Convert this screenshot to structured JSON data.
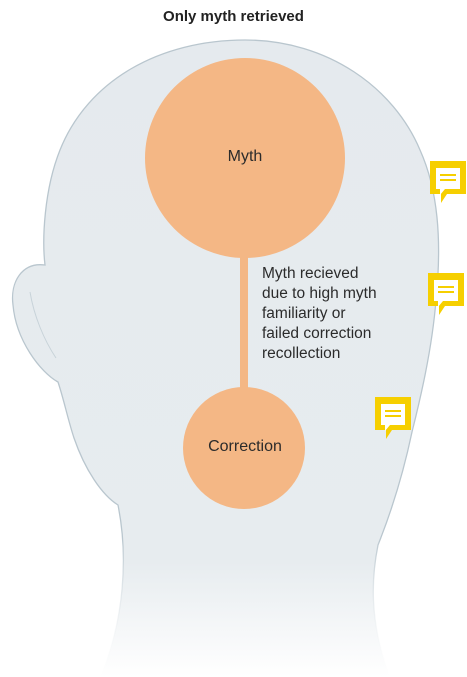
{
  "title": "Only myth retrieved",
  "nodes": {
    "myth": "Myth",
    "correction": "Correction"
  },
  "note": {
    "lines": [
      "Myth recieved",
      "due to high myth",
      "familiarity or",
      "failed correction",
      "recollection"
    ]
  },
  "icons": [
    "comment-icon",
    "comment-icon",
    "comment-icon"
  ],
  "colors": {
    "head_fill": "#e5eaee",
    "head_stroke": "#b9c6ce",
    "circle_fill": "#f4b785",
    "connector": "#f4b785",
    "comment_icon": "#f6cf00"
  }
}
